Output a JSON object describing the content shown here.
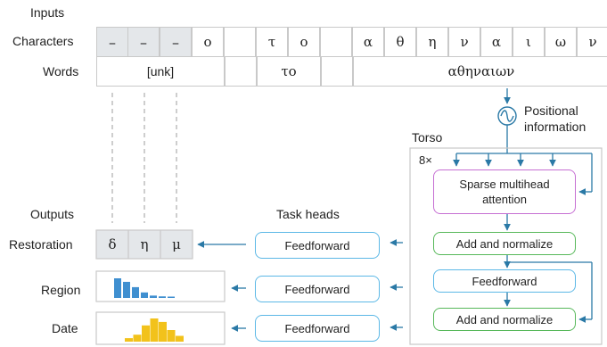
{
  "labels": {
    "inputs": "Inputs",
    "characters": "Characters",
    "words": "Words",
    "outputs": "Outputs",
    "restoration": "Restoration",
    "region": "Region",
    "date": "Date",
    "task_heads": "Task heads",
    "torso": "Torso",
    "repeat": "8×",
    "positional": "Positional information"
  },
  "characters": [
    "–",
    "–",
    "–",
    "ο",
    "",
    "τ",
    "ο",
    "",
    "α",
    "θ",
    "η",
    "ν",
    "α",
    "ι",
    "ω",
    "ν"
  ],
  "missing_indices": [
    0,
    1,
    2
  ],
  "words": [
    "[unk]",
    "",
    "το",
    "",
    "αθηναιων"
  ],
  "restoration_chars": [
    "δ",
    "η",
    "μ"
  ],
  "task_head_label": "Feedforward",
  "torso": {
    "attention": "Sparse multihead attention",
    "add_norm_1": "Add and normalize",
    "feedforward": "Feedforward",
    "add_norm_2": "Add and normalize"
  },
  "region_distribution": [
    1.0,
    0.82,
    0.55,
    0.28,
    0.12,
    0.08,
    0.06
  ],
  "date_distribution": [
    0.15,
    0.3,
    0.7,
    1.0,
    0.85,
    0.5,
    0.25
  ],
  "colors": {
    "arrow": "#2a79a6",
    "cell_border": "#c9c9c9",
    "missing_fill": "#e4e7ea",
    "attention_border": "#c66fd3",
    "addnorm_border": "#57b85a",
    "feedforward_border": "#5cb8e6",
    "region_bar": "#3f8fd0",
    "date_bar": "#f2c21b"
  }
}
